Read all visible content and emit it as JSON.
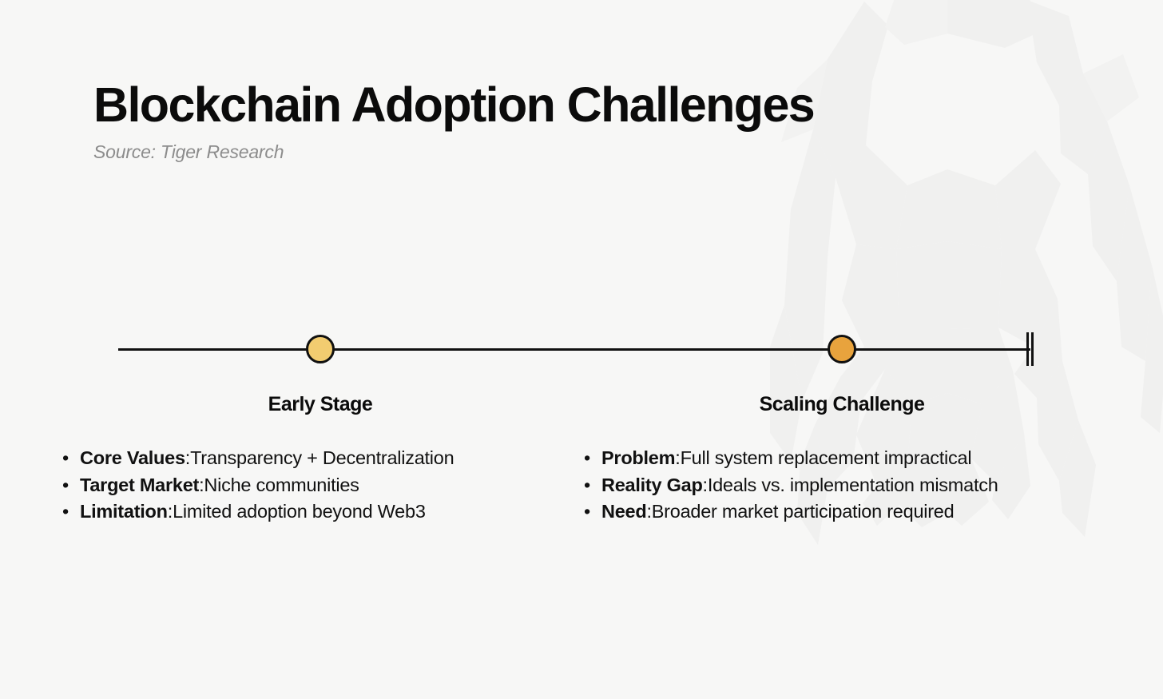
{
  "header": {
    "title": "Blockchain Adoption Challenges",
    "source": "Source: Tiger Research"
  },
  "colors": {
    "background": "#F7F7F6",
    "axis": "#111111",
    "title_text": "#0B0B0B",
    "source_text": "#8C8C8C",
    "node_early": "#F2CC70",
    "node_scaling": "#E8A33D",
    "watermark": "#F0F0EF"
  },
  "timeline": {
    "axis_name": "timeline-axis",
    "end_cap_icon": "double-bar-end-cap-icon",
    "stages": [
      {
        "label": "Early Stage",
        "color": "#F2CC70"
      },
      {
        "label": "Scaling Challenge",
        "color": "#E8A33D"
      }
    ]
  },
  "columns": [
    {
      "heading": "Early Stage",
      "bullets": [
        {
          "marker": "•",
          "term": "Core Values",
          "sep": ": ",
          "desc": "Transparency + Decentralization"
        },
        {
          "marker": "•",
          "term": "Target Market",
          "sep": ": ",
          "desc": "Niche communities"
        },
        {
          "marker": "•",
          "term": "Limitation",
          "sep": ": ",
          "desc": "Limited adoption beyond Web3"
        }
      ]
    },
    {
      "heading": "Scaling Challenge",
      "bullets": [
        {
          "marker": "•",
          "term": "Problem",
          "sep": ": ",
          "desc": "Full system replacement impractical"
        },
        {
          "marker": "•",
          "term": "Reality Gap",
          "sep": ": ",
          "desc": "Ideals vs. implementation mismatch"
        },
        {
          "marker": "•",
          "term": "Need",
          "sep": ": ",
          "desc": "Broader market participation required"
        }
      ]
    }
  ],
  "watermark": {
    "icon": "tiger-geometric-logo-watermark"
  }
}
